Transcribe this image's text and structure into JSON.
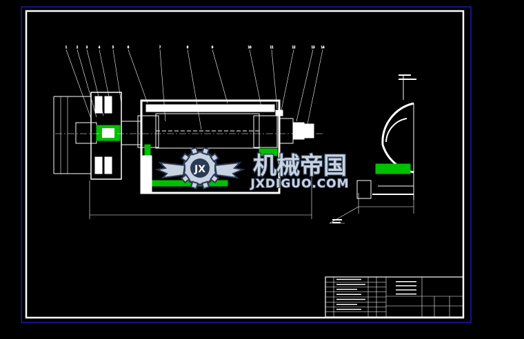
{
  "drawing": {
    "background": "#000000",
    "line_color": "#ffffff",
    "accent_color": "#00c000",
    "frame_color": "#1010a0"
  },
  "balloons": [
    "1",
    "2",
    "3",
    "4",
    "5",
    "6",
    "7",
    "8",
    "9",
    "10",
    "11",
    "12",
    "13",
    "14"
  ],
  "watermark": {
    "cn_text": "机械帝国",
    "en_text": "JXDIGUO.COM",
    "logo_letters": "JX",
    "color_dark": "#2a3b55",
    "color_light": "#c8d2e0"
  },
  "title_block": {
    "rows": 8
  }
}
